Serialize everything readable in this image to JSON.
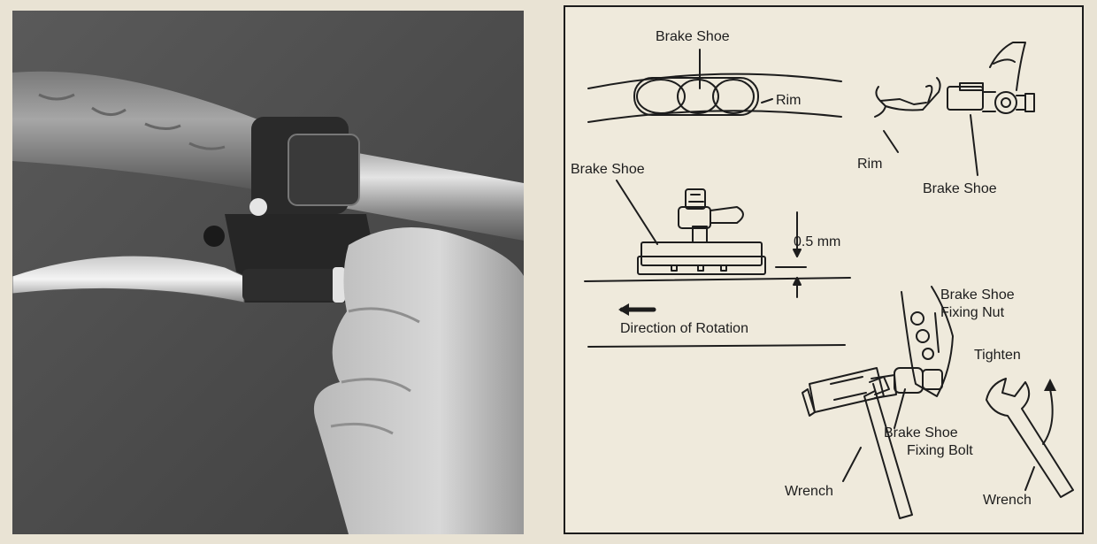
{
  "photo": {
    "subject": "hand adjusting brake lever on handlebar"
  },
  "diagram": {
    "labels": {
      "brake_shoe_top": "Brake Shoe",
      "rim_top": "Rim",
      "rim_side": "Rim",
      "brake_shoe_side": "Brake Shoe",
      "brake_shoe_mid": "Brake Shoe",
      "gap": "0.5 mm",
      "direction": "Direction of Rotation",
      "fixing_nut_line1": "Brake Shoe",
      "fixing_nut_line2": "Fixing Nut",
      "tighten": "Tighten",
      "fixing_bolt_line1": "Brake Shoe",
      "fixing_bolt_line2": "Fixing Bolt",
      "wrench_left": "Wrench",
      "wrench_right": "Wrench"
    }
  }
}
